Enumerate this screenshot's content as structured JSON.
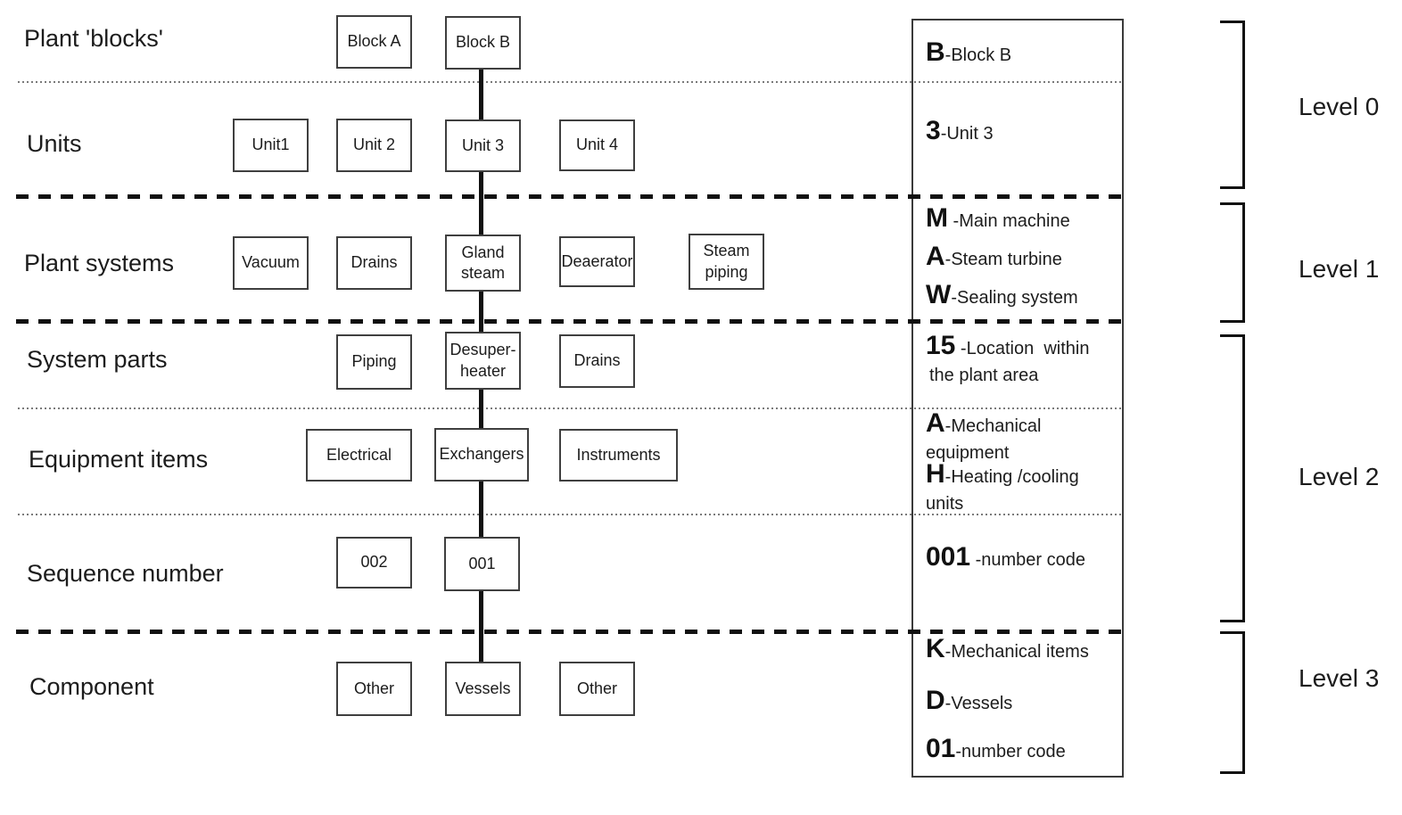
{
  "rows": [
    {
      "label": "Plant 'blocks'",
      "boxes": [
        {
          "label": "Block A"
        },
        {
          "label": "Block B"
        }
      ]
    },
    {
      "label": "Units",
      "boxes": [
        {
          "label": "Unit1"
        },
        {
          "label": "Unit 2"
        },
        {
          "label": "Unit 3"
        },
        {
          "label": "Unit 4"
        }
      ]
    },
    {
      "label": "Plant systems",
      "boxes": [
        {
          "label": "Vacuum"
        },
        {
          "label": "Drains"
        },
        {
          "label": "Gland steam"
        },
        {
          "label": "Deaerator"
        },
        {
          "label": "Steam piping"
        }
      ]
    },
    {
      "label": "System parts",
      "boxes": [
        {
          "label": "Piping"
        },
        {
          "label": "Desuper-heater"
        },
        {
          "label": "Drains"
        }
      ]
    },
    {
      "label": "Equipment items",
      "boxes": [
        {
          "label": "Electrical"
        },
        {
          "label": "Exchangers"
        },
        {
          "label": "Instruments"
        }
      ]
    },
    {
      "label": "Sequence number",
      "boxes": [
        {
          "label": "002"
        },
        {
          "label": "001"
        }
      ]
    },
    {
      "label": "Component",
      "boxes": [
        {
          "label": "Other"
        },
        {
          "label": "Vessels"
        },
        {
          "label": "Other"
        }
      ]
    }
  ],
  "panel": {
    "entries": [
      {
        "code": "B",
        "desc": "-Block B"
      },
      {
        "code": "3",
        "desc": "-Unit 3"
      },
      {
        "code": "M",
        "desc": " -Main machine"
      },
      {
        "code": "A",
        "desc": "-Steam turbine"
      },
      {
        "code": "W",
        "desc": "-Sealing system"
      },
      {
        "code": "15",
        "desc": " -Location  within",
        "line2": "the plant area"
      },
      {
        "code": "A",
        "desc": "-Mechanical",
        "line2": "equipment"
      },
      {
        "code": "H",
        "desc": "-Heating /cooling",
        "line2": "units"
      },
      {
        "code": "001",
        "desc": " -number code"
      },
      {
        "code": "K",
        "desc": "-Mechanical items"
      },
      {
        "code": "D",
        "desc": "-Vessels"
      },
      {
        "code": "01",
        "desc": "-number code"
      }
    ]
  },
  "levels": [
    {
      "label": "Level 0"
    },
    {
      "label": "Level 1"
    },
    {
      "label": "Level 2"
    },
    {
      "label": "Level 3"
    }
  ],
  "colors": {
    "line": "#111111",
    "box_border": "#3f3f3f",
    "text": "#1c1c1c",
    "background": "#ffffff"
  }
}
